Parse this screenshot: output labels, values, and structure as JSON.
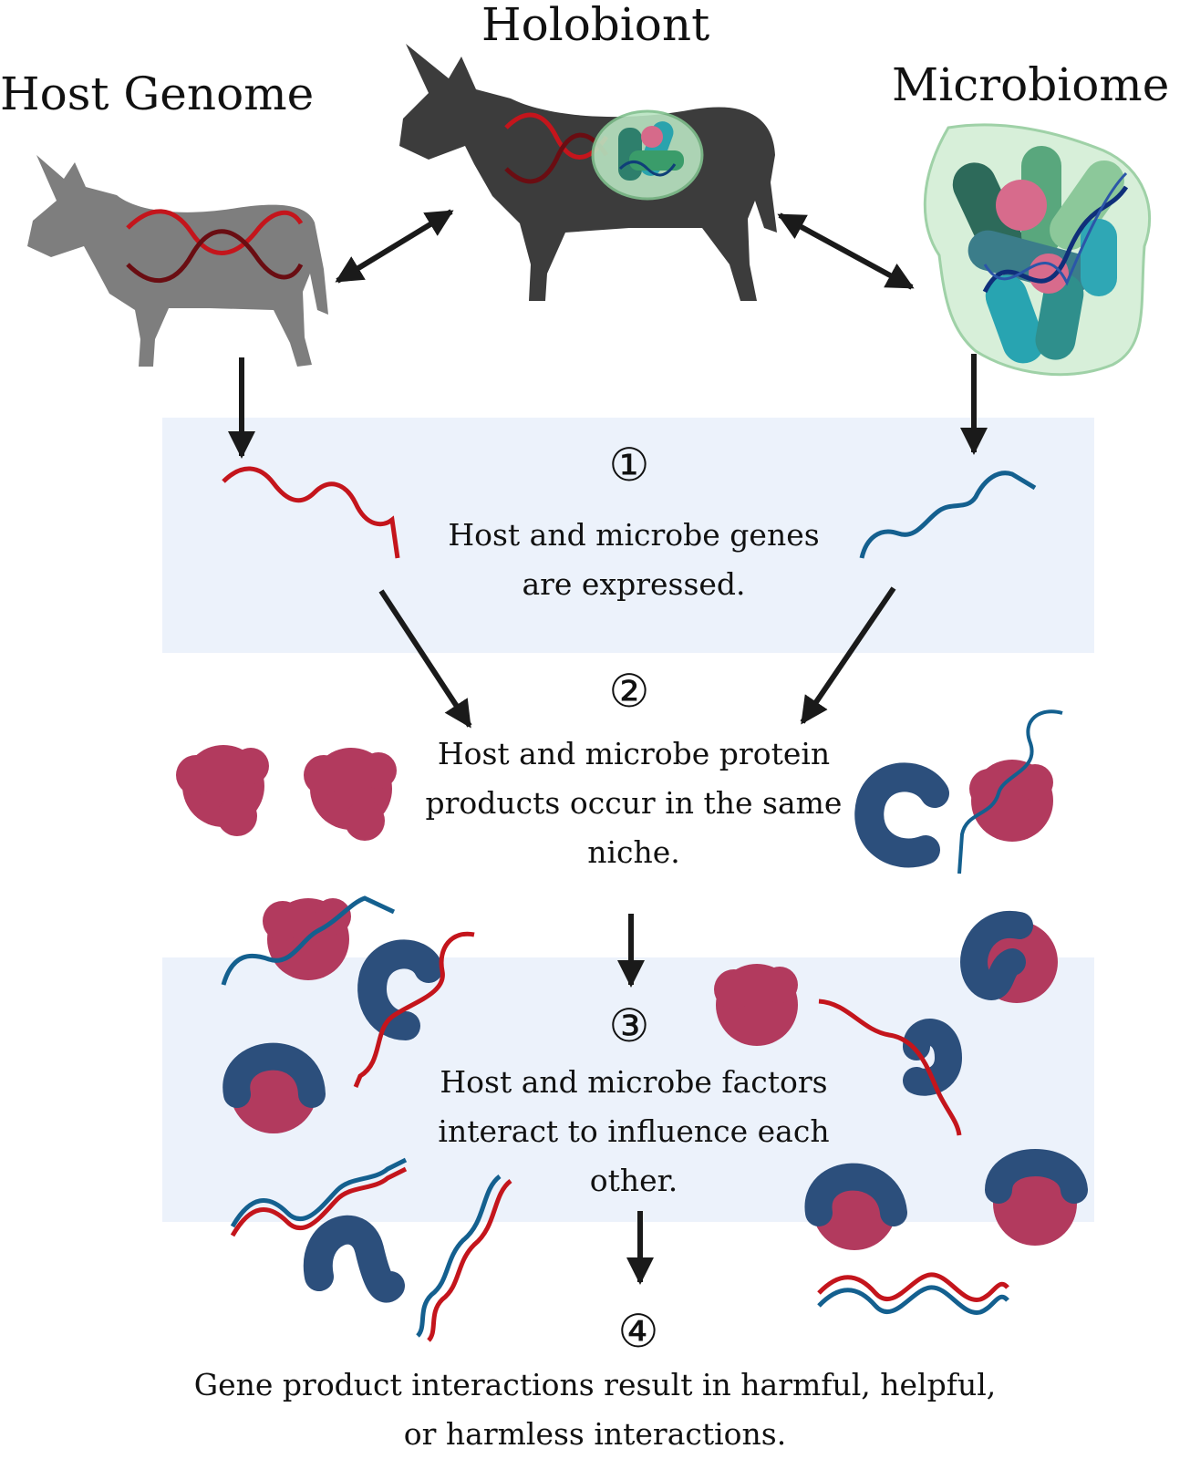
{
  "titles": {
    "host_genome": "Host Genome",
    "holobiont": "Holobiont",
    "microbiome": "Microbiome"
  },
  "steps": [
    {
      "number": "①",
      "lines": [
        "Host and microbe genes",
        "are expressed."
      ]
    },
    {
      "number": "②",
      "lines": [
        "Host and microbe protein",
        "products occur in the same",
        "niche."
      ]
    },
    {
      "number": "③",
      "lines": [
        "Host and microbe factors",
        "interact to influence each",
        "other."
      ]
    },
    {
      "number": "④",
      "lines": [
        "Gene product interactions result in harmful, helpful,",
        "or harmless interactions."
      ]
    }
  ],
  "colors": {
    "panel": "#ecf2fb",
    "host": "#c4151c",
    "microbe": "#14608f",
    "host_protein": "#b23a5e",
    "microbe_protein": "#2c4f7c",
    "host_animal": "#7e7e7e",
    "holobiont_animal": "#3c3c3c",
    "arrow": "#1a1a1a"
  }
}
